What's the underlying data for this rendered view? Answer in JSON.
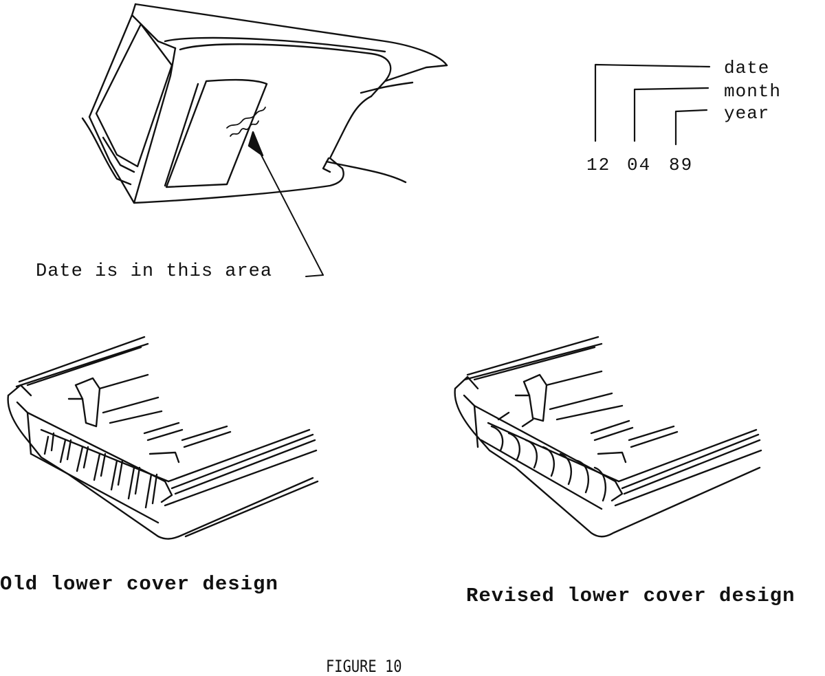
{
  "callout": {
    "text": "Date is in this area"
  },
  "date_code": {
    "labels": {
      "date": "date",
      "month": "month",
      "year": "year"
    },
    "digits": {
      "date": "12",
      "month": "04",
      "year": "89"
    }
  },
  "captions": {
    "old": "Old lower cover design",
    "revised": "Revised lower cover design"
  },
  "figure_title": "FIGURE 10"
}
